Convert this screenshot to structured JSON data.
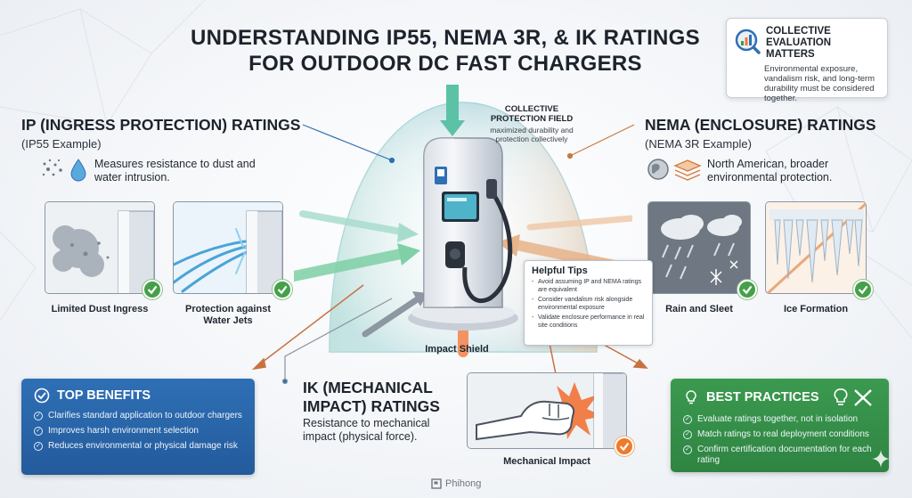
{
  "title": {
    "line1": "UNDERSTANDING IP55, NEMA 3R, & IK RATINGS",
    "line2": "FOR OUTDOOR DC FAST CHARGERS"
  },
  "collective_box": {
    "heading_line1": "COLLECTIVE",
    "heading_line2": "EVALUATION MATTERS",
    "text": "Environmental exposure, vandalism risk, and long-term durability must be considered together."
  },
  "ip_section": {
    "heading": "IP (INGRESS PROTECTION) RATINGS",
    "sub": "(IP55 Example)",
    "desc_line1": "Measures resistance to dust and",
    "desc_line2": "water intrusion.",
    "cards": [
      {
        "label": "Limited Dust Ingress"
      },
      {
        "label_line1": "Protection against",
        "label_line2": "Water Jets"
      }
    ]
  },
  "nema_section": {
    "heading": "NEMA (ENCLOSURE) RATINGS",
    "sub": "(NEMA 3R Example)",
    "desc_line1": "North American, broader",
    "desc_line2": "environmental protection.",
    "cards": [
      {
        "label": "Rain and Sleet"
      },
      {
        "label": "Ice Formation"
      }
    ]
  },
  "ik_section": {
    "heading_line1": "IK (MECHANICAL",
    "heading_line2": "IMPACT) RATINGS",
    "desc_line1": "Resistance to mechanical",
    "desc_line2": "impact (physical force).",
    "card_label": "Mechanical Impact"
  },
  "field": {
    "label_line1": "COLLECTIVE",
    "label_line2": "PROTECTION FIELD",
    "desc_line1": "maximized durability and",
    "desc_line2": "protection collectively",
    "impact_shield": "Impact Shield"
  },
  "tips": {
    "heading": "Helpful Tips",
    "items": [
      "Avoid assuming IP and NEMA ratings are equivalent",
      "Consider vandalism risk alongside environmental exposure",
      "Validate enclosure performance in real site conditions"
    ]
  },
  "benefits": {
    "heading": "TOP BENEFITS",
    "items": [
      "Clarifies standard application to outdoor chargers",
      "Improves harsh environment selection",
      "Reduces environmental or physical damage risk"
    ]
  },
  "practices": {
    "heading": "BEST PRACTICES",
    "items": [
      "Evaluate ratings together, not in isolation",
      "Match ratings to real deployment conditions",
      "Confirm certification documentation for each rating"
    ]
  },
  "footer": {
    "brand": "Phihong"
  },
  "colors": {
    "blue": "#2f6fb5",
    "green": "#3b9a4f",
    "orange": "#ee7a2a",
    "teal": "#4fbf9a"
  }
}
